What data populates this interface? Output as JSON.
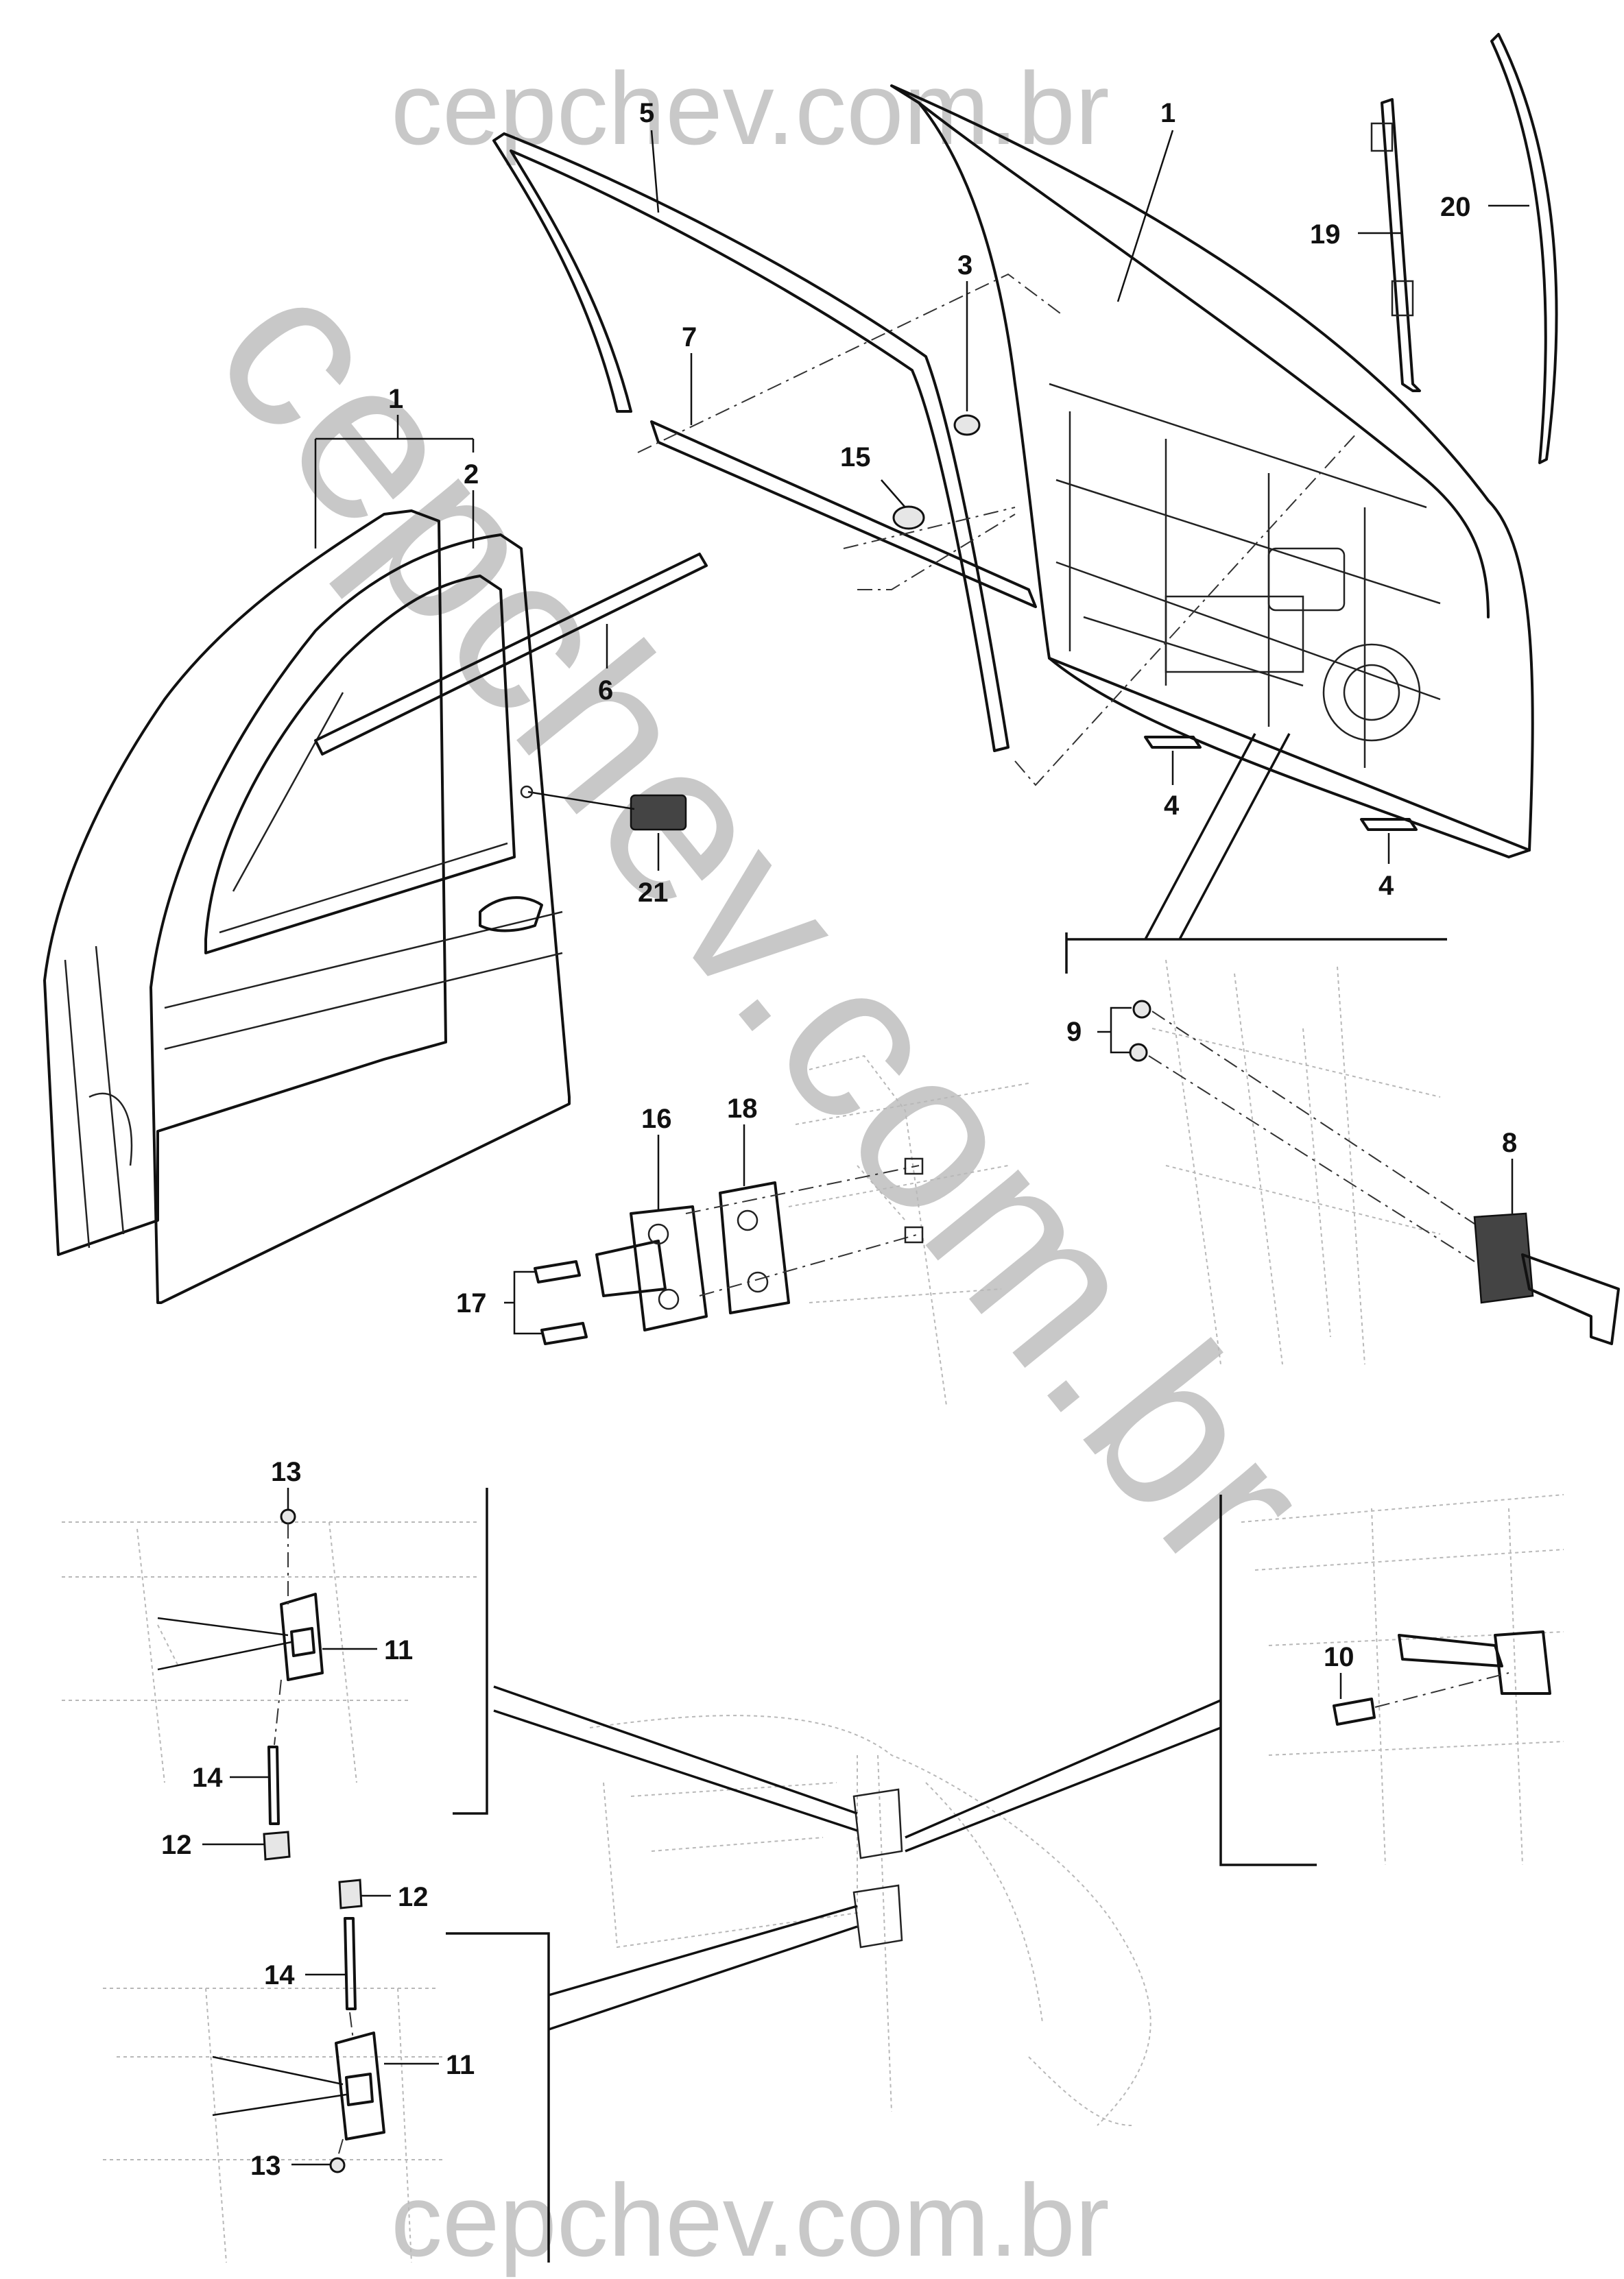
{
  "watermark": {
    "top": "cepchev.com.br",
    "bottom": "cepchev.com.br",
    "diagonal": "cepchev.com.br"
  },
  "callouts": {
    "top_1": "1",
    "n5": "5",
    "n3": "3",
    "n7": "7",
    "n15": "15",
    "n4a": "4",
    "n4b": "4",
    "n19": "19",
    "n20": "20",
    "left_1": "1",
    "n2": "2",
    "n6": "6",
    "n21": "21",
    "n9": "9",
    "n8": "8",
    "n16": "16",
    "n18": "18",
    "n17": "17",
    "n13a": "13",
    "n11a": "11",
    "n14a": "14",
    "n12a": "12",
    "n12b": "12",
    "n14b": "14",
    "n11b": "11",
    "n13b": "13",
    "n10": "10"
  }
}
